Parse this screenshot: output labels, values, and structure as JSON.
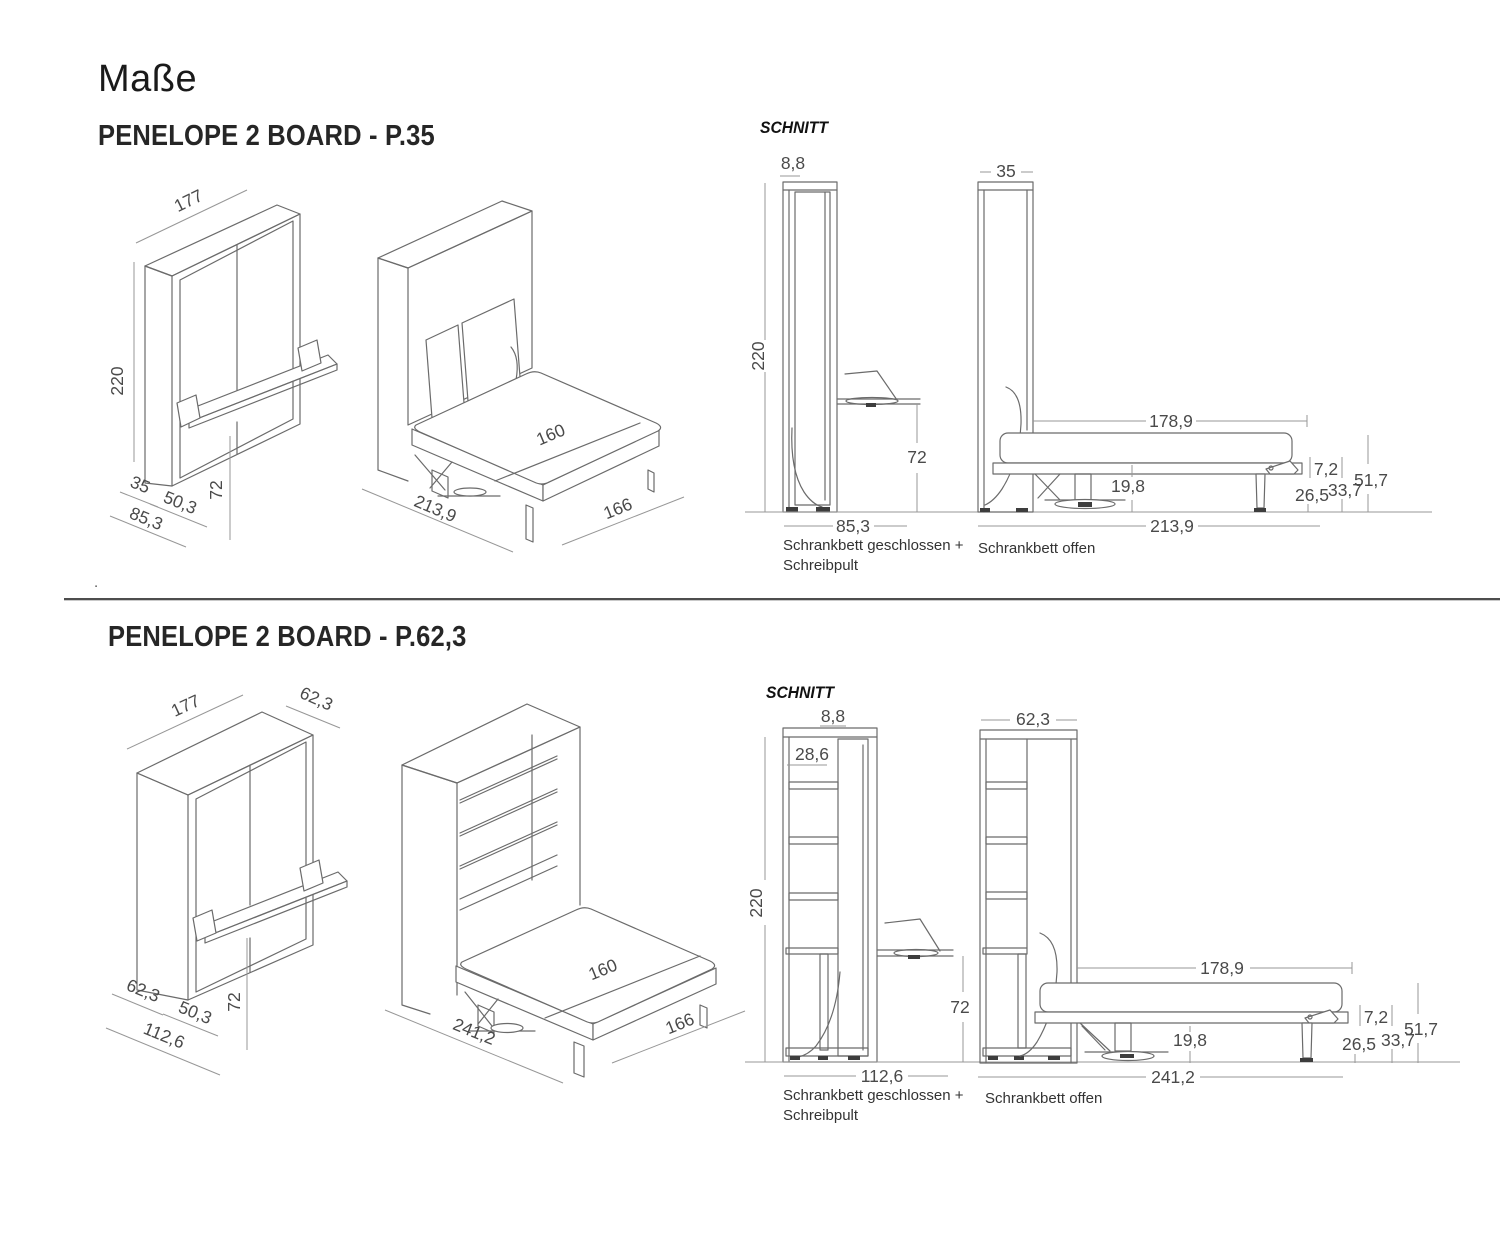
{
  "page": {
    "title": "Maße",
    "stray_mark": "."
  },
  "colors": {
    "line": "#6b6b6b",
    "dim_line": "#979797",
    "dim_text": "#4a4a4a",
    "heading": "#262626",
    "divider": "#4d4d4d"
  },
  "sections": [
    {
      "heading": "PENELOPE 2 BOARD - P.35",
      "section_label": "SCHNITT",
      "captions": {
        "closed_line1": "Schrankbett geschlossen +",
        "closed_line2": "Schreibpult",
        "open": "Schrankbett offen"
      },
      "closed_iso": {
        "width": "177",
        "height": "220",
        "desk_height": "72",
        "cabinet_depth": "35",
        "desk_depth": "50,3",
        "total_depth": "85,3"
      },
      "open_iso": {
        "mattress_width": "160",
        "open_depth": "213,9",
        "bed_width": "166"
      },
      "closed_section": {
        "panel_thickness": "8,8",
        "height": "220",
        "desk_height": "72",
        "base_depth": "85,3"
      },
      "open_section": {
        "cabinet_depth": "35",
        "bed_length": "178,9",
        "underbed_height": "19,8",
        "frame_thickness": "7,2",
        "mattress_top_height": "51,7",
        "clearance_height": "26,5",
        "platform_top_height": "33,7",
        "open_depth": "213,9"
      }
    },
    {
      "heading": "PENELOPE 2 BOARD - P.62,3",
      "section_label": "SCHNITT",
      "captions": {
        "closed_line1": "Schrankbett geschlossen +",
        "closed_line2": "Schreibpult",
        "open": "Schrankbett offen"
      },
      "closed_iso": {
        "width": "177",
        "top_depth": "62,3",
        "desk_height": "72",
        "cabinet_depth": "62,3",
        "desk_depth": "50,3",
        "total_depth": "112,6"
      },
      "open_iso": {
        "mattress_width": "160",
        "open_depth": "241,2",
        "bed_width": "166"
      },
      "closed_section": {
        "panel_thickness": "8,8",
        "shelf_depth": "28,6",
        "height": "220",
        "desk_height": "72",
        "base_depth": "112,6"
      },
      "open_section": {
        "cabinet_depth": "62,3",
        "bed_length": "178,9",
        "underbed_height": "19,8",
        "frame_thickness": "7,2",
        "mattress_top_height": "51,7",
        "clearance_height": "26,5",
        "platform_top_height": "33,7",
        "open_depth": "241,2"
      }
    }
  ]
}
